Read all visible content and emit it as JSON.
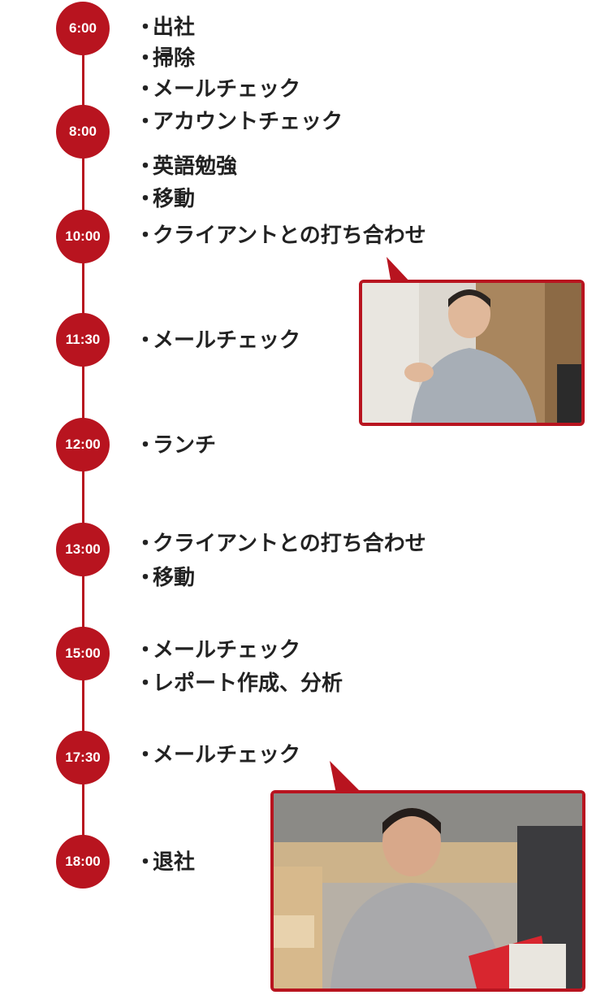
{
  "timeline": [
    {
      "time": "6:00",
      "tasks": [
        "出社",
        "掃除",
        "メールチェック"
      ]
    },
    {
      "time": "8:00",
      "tasks": [
        "アカウントチェック",
        "英語勉強",
        "移動"
      ]
    },
    {
      "time": "10:00",
      "tasks": [
        "クライアントとの打ち合わせ"
      ]
    },
    {
      "time": "11:30",
      "tasks": [
        "メールチェック"
      ]
    },
    {
      "time": "12:00",
      "tasks": [
        "ランチ"
      ]
    },
    {
      "time": "13:00",
      "tasks": [
        "クライアントとの打ち合わせ",
        "移動"
      ]
    },
    {
      "time": "15:00",
      "tasks": [
        "メールチェック",
        "レポート作成、分析"
      ]
    },
    {
      "time": "17:30",
      "tasks": [
        "メールチェック"
      ]
    },
    {
      "time": "18:00",
      "tasks": [
        "退社"
      ]
    }
  ],
  "bullet": "・",
  "colors": {
    "accent": "#b8141f"
  }
}
